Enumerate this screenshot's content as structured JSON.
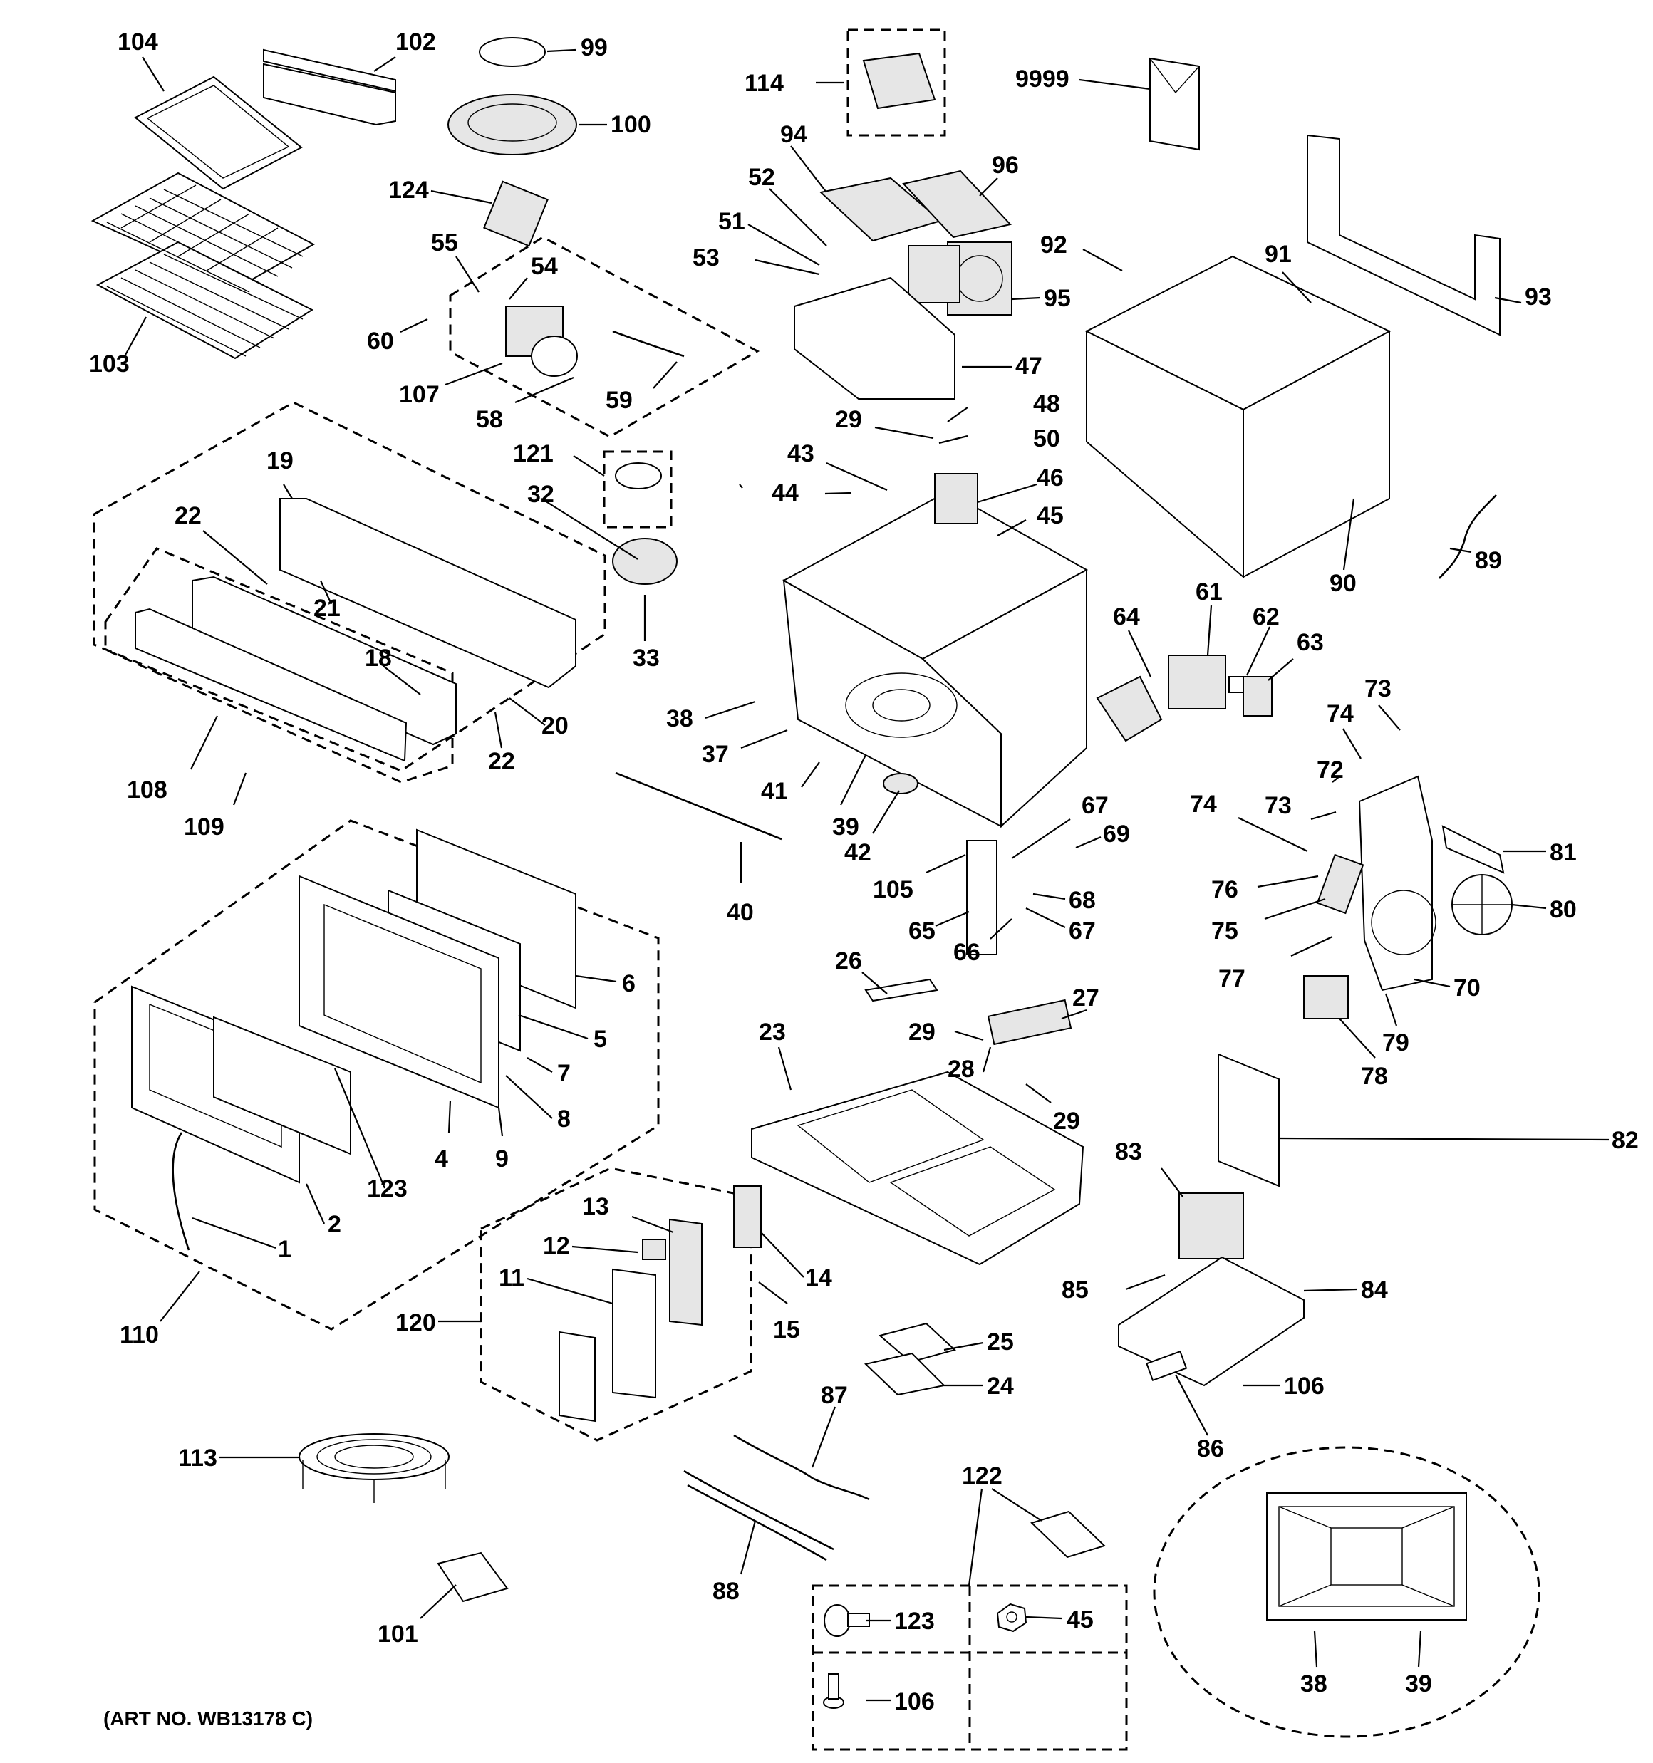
{
  "diagram": {
    "art_number": "(ART NO. WB13178 C)",
    "callouts": [
      {
        "id": "c104",
        "text": "104"
      },
      {
        "id": "c102",
        "text": "102"
      },
      {
        "id": "c99",
        "text": "99"
      },
      {
        "id": "c100",
        "text": "100"
      },
      {
        "id": "c114",
        "text": "114"
      },
      {
        "id": "c9999",
        "text": "9999"
      },
      {
        "id": "c94",
        "text": "94"
      },
      {
        "id": "c96",
        "text": "96"
      },
      {
        "id": "c52",
        "text": "52"
      },
      {
        "id": "c124",
        "text": "124"
      },
      {
        "id": "c51",
        "text": "51"
      },
      {
        "id": "c53",
        "text": "53"
      },
      {
        "id": "c92",
        "text": "92"
      },
      {
        "id": "c91",
        "text": "91"
      },
      {
        "id": "c93",
        "text": "93"
      },
      {
        "id": "c55",
        "text": "55"
      },
      {
        "id": "c54",
        "text": "54"
      },
      {
        "id": "c95",
        "text": "95"
      },
      {
        "id": "c60",
        "text": "60"
      },
      {
        "id": "c103",
        "text": "103"
      },
      {
        "id": "c47",
        "text": "47"
      },
      {
        "id": "c107",
        "text": "107"
      },
      {
        "id": "c59",
        "text": "59"
      },
      {
        "id": "c58",
        "text": "58"
      },
      {
        "id": "c48",
        "text": "48"
      },
      {
        "id": "c29a",
        "text": "29"
      },
      {
        "id": "c50",
        "text": "50"
      },
      {
        "id": "c121",
        "text": "121"
      },
      {
        "id": "c43",
        "text": "43"
      },
      {
        "id": "c19",
        "text": "19"
      },
      {
        "id": "c46",
        "text": "46"
      },
      {
        "id": "c44",
        "text": "44"
      },
      {
        "id": "c32",
        "text": "32"
      },
      {
        "id": "c22a",
        "text": "22"
      },
      {
        "id": "c45a",
        "text": "45"
      },
      {
        "id": "c89",
        "text": "89"
      },
      {
        "id": "c90",
        "text": "90"
      },
      {
        "id": "c21",
        "text": "21"
      },
      {
        "id": "c64",
        "text": "64"
      },
      {
        "id": "c61",
        "text": "61"
      },
      {
        "id": "c62",
        "text": "62"
      },
      {
        "id": "c63",
        "text": "63"
      },
      {
        "id": "c33",
        "text": "33"
      },
      {
        "id": "c18",
        "text": "18"
      },
      {
        "id": "c73a",
        "text": "73"
      },
      {
        "id": "c74a",
        "text": "74"
      },
      {
        "id": "c38a",
        "text": "38"
      },
      {
        "id": "c20",
        "text": "20"
      },
      {
        "id": "c37",
        "text": "37"
      },
      {
        "id": "c22b",
        "text": "22"
      },
      {
        "id": "c72",
        "text": "72"
      },
      {
        "id": "c108",
        "text": "108"
      },
      {
        "id": "c41",
        "text": "41"
      },
      {
        "id": "c67a",
        "text": "67"
      },
      {
        "id": "c73b",
        "text": "73"
      },
      {
        "id": "c74b",
        "text": "74"
      },
      {
        "id": "c109",
        "text": "109"
      },
      {
        "id": "c39a",
        "text": "39"
      },
      {
        "id": "c69",
        "text": "69"
      },
      {
        "id": "c81",
        "text": "81"
      },
      {
        "id": "c42",
        "text": "42"
      },
      {
        "id": "c76",
        "text": "76"
      },
      {
        "id": "c105",
        "text": "105"
      },
      {
        "id": "c68",
        "text": "68"
      },
      {
        "id": "c80",
        "text": "80"
      },
      {
        "id": "c40",
        "text": "40"
      },
      {
        "id": "c75",
        "text": "75"
      },
      {
        "id": "c65",
        "text": "65"
      },
      {
        "id": "c67b",
        "text": "67"
      },
      {
        "id": "c66",
        "text": "66"
      },
      {
        "id": "c26",
        "text": "26"
      },
      {
        "id": "c77",
        "text": "77"
      },
      {
        "id": "c6",
        "text": "6"
      },
      {
        "id": "c70",
        "text": "70"
      },
      {
        "id": "c27",
        "text": "27"
      },
      {
        "id": "c23",
        "text": "23"
      },
      {
        "id": "c29b",
        "text": "29"
      },
      {
        "id": "c5",
        "text": "5"
      },
      {
        "id": "c79",
        "text": "79"
      },
      {
        "id": "c28",
        "text": "28"
      },
      {
        "id": "c7",
        "text": "7"
      },
      {
        "id": "c78",
        "text": "78"
      },
      {
        "id": "c29c",
        "text": "29"
      },
      {
        "id": "c8",
        "text": "8"
      },
      {
        "id": "c82",
        "text": "82"
      },
      {
        "id": "c4",
        "text": "4"
      },
      {
        "id": "c9",
        "text": "9"
      },
      {
        "id": "c83",
        "text": "83"
      },
      {
        "id": "c123a",
        "text": "123"
      },
      {
        "id": "c2",
        "text": "2"
      },
      {
        "id": "c13",
        "text": "13"
      },
      {
        "id": "c1",
        "text": "1"
      },
      {
        "id": "c12",
        "text": "12"
      },
      {
        "id": "c14",
        "text": "14"
      },
      {
        "id": "c11",
        "text": "11"
      },
      {
        "id": "c85",
        "text": "85"
      },
      {
        "id": "c84",
        "text": "84"
      },
      {
        "id": "c110",
        "text": "110"
      },
      {
        "id": "c120",
        "text": "120"
      },
      {
        "id": "c15",
        "text": "15"
      },
      {
        "id": "c25",
        "text": "25"
      },
      {
        "id": "c24",
        "text": "24"
      },
      {
        "id": "c106a",
        "text": "106"
      },
      {
        "id": "c87",
        "text": "87"
      },
      {
        "id": "c86",
        "text": "86"
      },
      {
        "id": "c113",
        "text": "113"
      },
      {
        "id": "c122",
        "text": "122"
      },
      {
        "id": "c88",
        "text": "88"
      },
      {
        "id": "c123b",
        "text": "123"
      },
      {
        "id": "c45b",
        "text": "45"
      },
      {
        "id": "c101",
        "text": "101"
      },
      {
        "id": "c38b",
        "text": "38"
      },
      {
        "id": "c39b",
        "text": "39"
      },
      {
        "id": "c106b",
        "text": "106"
      }
    ]
  }
}
